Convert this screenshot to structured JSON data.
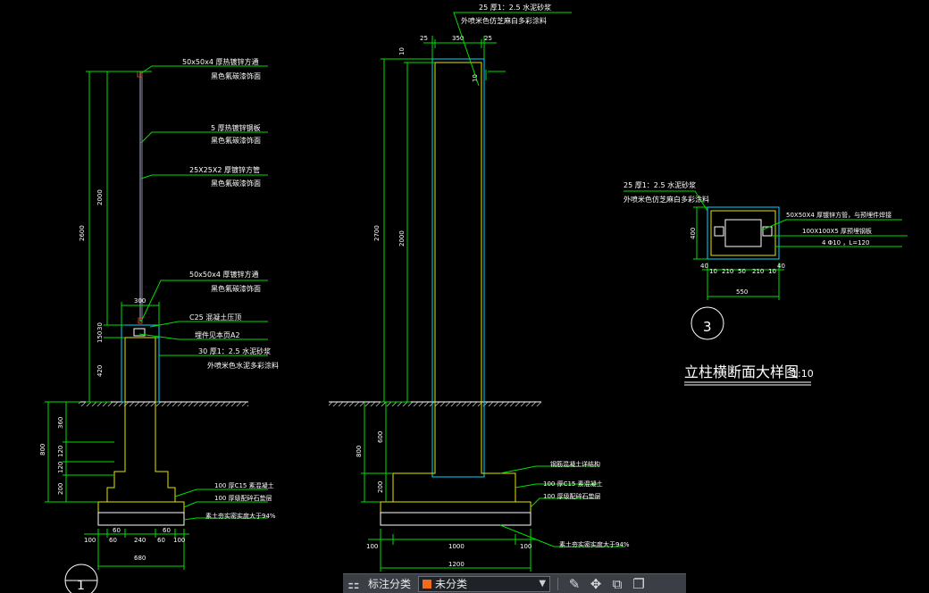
{
  "colors": {
    "background": "#000000",
    "dimension": "#00e000",
    "outline": "#ffffff",
    "concrete": "#e6e600",
    "mortar": "#00d8ff",
    "steel": "#d04020",
    "swatch": "#f26a1b"
  },
  "view1": {
    "dims": {
      "d2600": "2600",
      "d2000": "2000",
      "d30": "30",
      "d150": "150",
      "d420": "420",
      "d300": "300",
      "d800": "800",
      "d360": "360",
      "d120a": "120",
      "d120b": "120",
      "d200": "200",
      "b100a": "100",
      "b60a": "60",
      "b240": "240",
      "b60b": "60",
      "b100b": "100",
      "b680": "680",
      "r60a": "60",
      "r60b": "60"
    },
    "labels": {
      "l1a": "50x50x4    厚热镀锌方通",
      "l1b": "黑色氟碳漆饰面",
      "l2a": "5 厚热镀锌钢板",
      "l2b": "黑色氟碳漆饰面",
      "l3a": "25X25X2    厚镀锌方管",
      "l3b": "黑色氟碳漆饰面",
      "l4a": "50x50x4    厚镀锌方通",
      "l4b": "黑色氟碳漆饰面",
      "l5": "C25  混凝土压顶",
      "l6": "埋件见本页A2",
      "l7a": "30  厚1：2.5  水泥砂浆",
      "l7b": "外喷米色水泥多彩涂料",
      "l8": "100  厚C15  素混凝土",
      "l9": "100  厚级配碎石垫层",
      "l10": "素土夯实密实度大于94%"
    },
    "callout": "1"
  },
  "view2": {
    "dims": {
      "t25a": "25",
      "t350": "350",
      "t25b": "25",
      "t10a": "10",
      "t10b": "10",
      "d2700": "2700",
      "d2000": "2000",
      "d800": "800",
      "d600": "600",
      "d200": "200",
      "b100a": "100",
      "b1000": "1000",
      "b100b": "100",
      "b1200": "1200"
    },
    "labels": {
      "l1a": "25  厚1：2.5  水泥砂浆",
      "l1b": "外喷米色仿芝麻白多彩涂料",
      "l2": "钢筋混凝土详结构",
      "l3": "100  厚C15  素混凝土",
      "l4": "100  厚级配碎石垫层",
      "l5": "素土夯实密实度大于94%"
    }
  },
  "view3": {
    "labels": {
      "l1a": "25  厚1：2.5  水泥砂浆",
      "l1b": "外喷米色仿芝麻白多彩涂料",
      "l2": "50X50X4     厚镀锌方管，与预埋件焊接",
      "l3": "100X100X5     厚预埋钢板",
      "l4": "4  Φ10  ，L=120"
    },
    "dims": {
      "d400": "400",
      "b40a": "40",
      "b10a": "10",
      "b210a": "210",
      "b50": "50",
      "b210b": "210",
      "b10b": "10",
      "b40b": "40",
      "b550": "550"
    },
    "callout": "3",
    "title": "立柱横断面大样图",
    "scale": "1:10"
  },
  "toolbar": {
    "category_label": "标注分类",
    "category_value": "未分类",
    "icons": [
      "grid-icon",
      "pencil-icon",
      "move-icon",
      "copy-icon",
      "paste-icon"
    ]
  }
}
